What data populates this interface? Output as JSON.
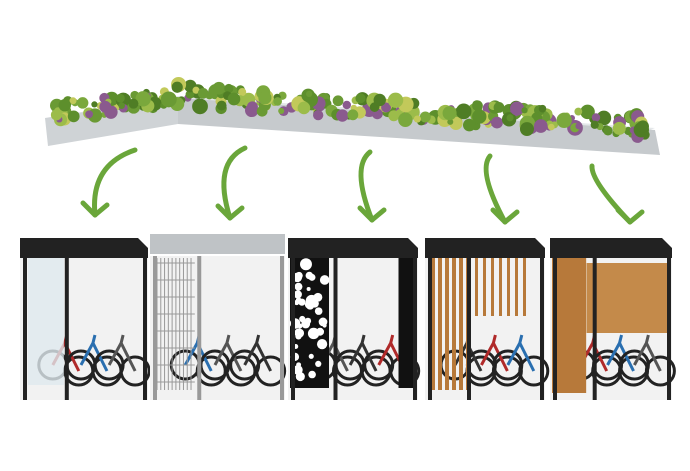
{
  "colors": {
    "roof_slab": "#cfd3d6",
    "roof_slab_shadow": "#aeb3b7",
    "vegetation": "#6a9a34",
    "flowers": "#8a5a8e",
    "arrow": "#6aa63a",
    "frame": "#222222",
    "wood": "#b7793a",
    "glass": "#dfe9ee",
    "mesh": "#bfc3c6"
  },
  "shelter_variants": [
    "glass",
    "mesh",
    "laser-cut",
    "wood-slats",
    "wood-panel"
  ]
}
